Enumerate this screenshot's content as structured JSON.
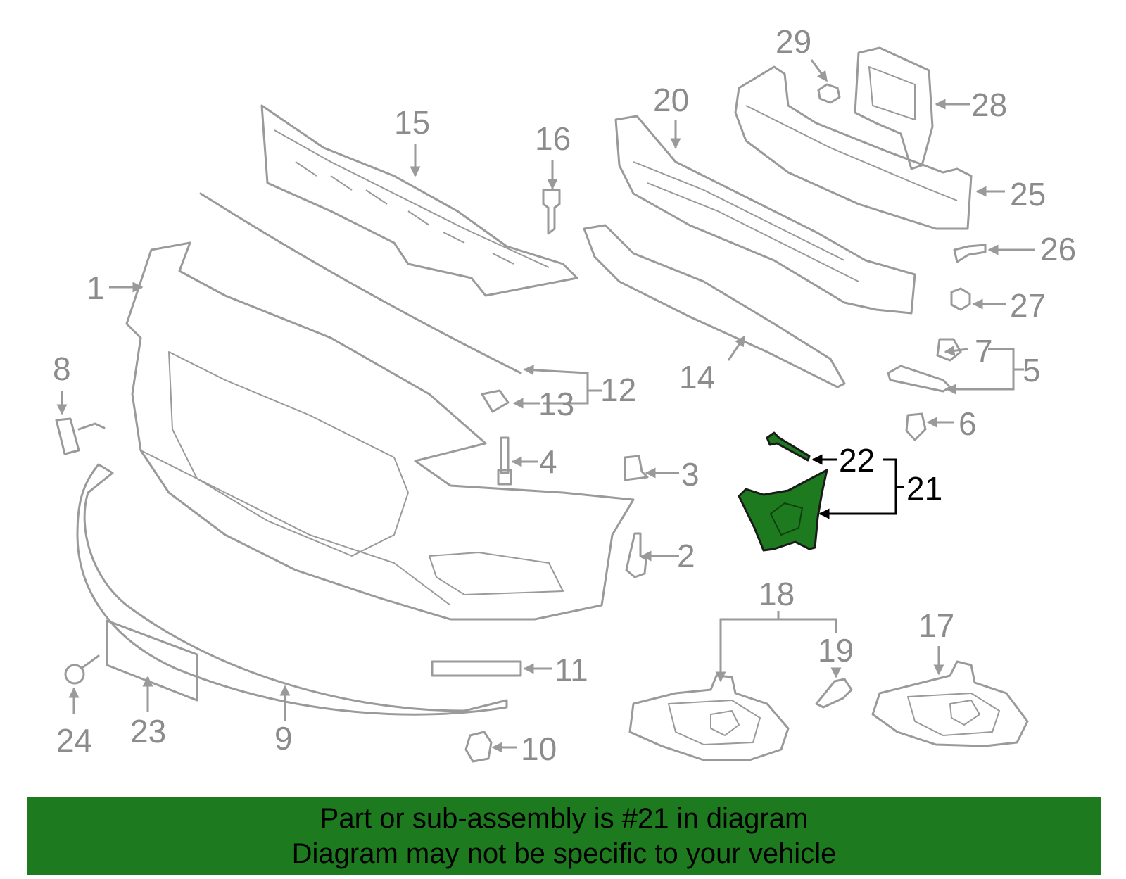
{
  "diagram": {
    "highlight_color": "#1e7a1e",
    "callouts": {
      "c1": "1",
      "c2": "2",
      "c3": "3",
      "c4": "4",
      "c5": "5",
      "c6": "6",
      "c7": "7",
      "c8": "8",
      "c9": "9",
      "c10": "10",
      "c11": "11",
      "c12": "12",
      "c13": "13",
      "c14": "14",
      "c15": "15",
      "c16": "16",
      "c17": "17",
      "c18": "18",
      "c19": "19",
      "c20": "20",
      "c21": "21",
      "c22": "22",
      "c23": "23",
      "c24": "24",
      "c25": "25",
      "c26": "26",
      "c27": "27",
      "c28": "28",
      "c29": "29"
    }
  },
  "banner": {
    "background": "#1e7a1e",
    "line1": "Part or sub-assembly is #21 in diagram",
    "line2": "Diagram may not be specific to your vehicle"
  }
}
